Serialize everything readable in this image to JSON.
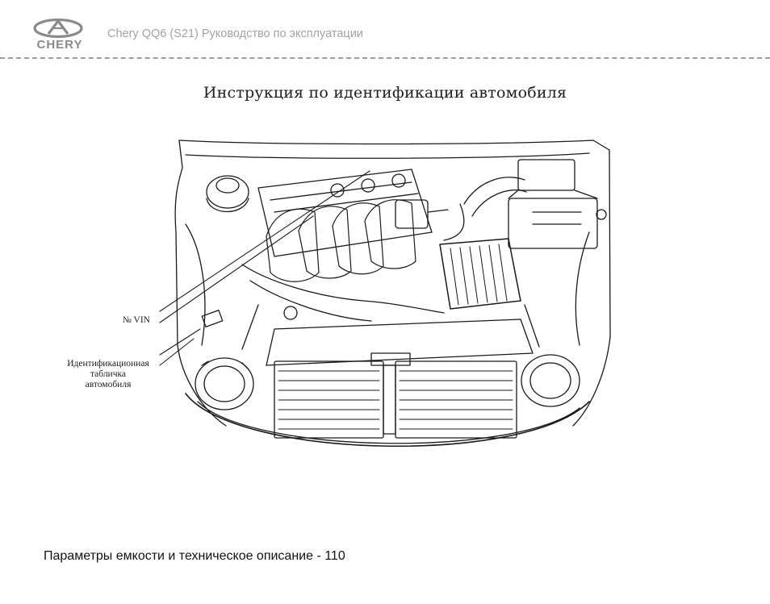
{
  "header": {
    "logo_text": "CHERY",
    "title": "Chery QQ6 (S21)  Руководство по эксплуатации"
  },
  "page": {
    "title": "Инструкция по идентификации автомобиля"
  },
  "callouts": {
    "vin_label": "№ VIN",
    "plate_label_line1": "Идентификационная",
    "plate_label_line2": "табличка",
    "plate_label_line3": "автомобиля"
  },
  "footer": {
    "text": "Параметры емкости и техническое описание - 110"
  },
  "colors": {
    "header_gray": "#a3a3a3",
    "logo_gray": "#8a8a8a",
    "text_dark": "#111111"
  }
}
